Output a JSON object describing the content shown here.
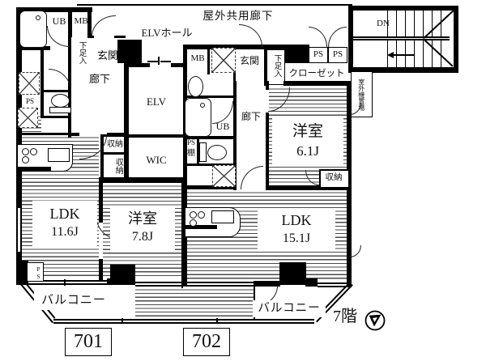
{
  "common": {
    "corridor": "屋外共用廊下",
    "elv_hall": "ELVホール",
    "elv": "ELV",
    "dn": "DN",
    "floor": "7階"
  },
  "unit701": {
    "number": "701",
    "ub": "UB",
    "mb": "MB",
    "shoe": "下足入",
    "entrance": "玄関",
    "hallway": "廊下",
    "ps_upper": "PS",
    "ps_lower": "PS",
    "storage_a": "収納",
    "storage_b": "収納",
    "wic": "WIC",
    "ldk_name": "LDK",
    "ldk_size": "11.6J",
    "bedroom_name": "洋室",
    "bedroom_size": "7.8J",
    "balcony": "バルコニー"
  },
  "unit702": {
    "number": "702",
    "mb": "MB",
    "entrance": "玄関",
    "shoe": "下足入",
    "ps_a": "PS",
    "ps_b": "PS",
    "closet": "クローゼット",
    "outdoor_unit": "室外機置場",
    "hallway": "廊下",
    "ub": "UB",
    "ps_c": "PS",
    "shelf": "棚",
    "bedroom_name": "洋室",
    "bedroom_size": "6.1J",
    "storage": "収納",
    "ldk_name": "LDK",
    "ldk_size": "15.1J",
    "balcony": "バルコニー"
  }
}
